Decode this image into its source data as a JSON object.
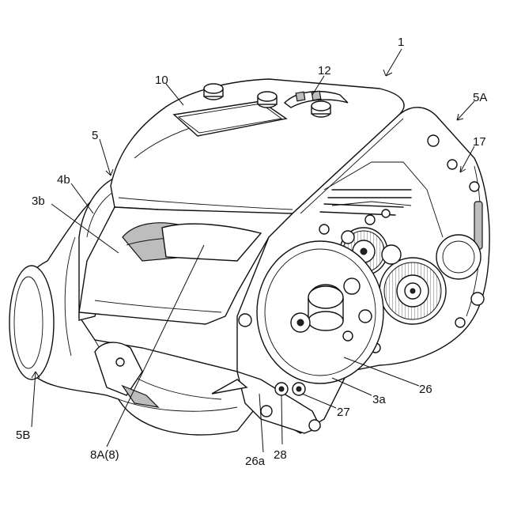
{
  "labels": {
    "l1": "1",
    "l5A": "5A",
    "l12": "12",
    "l10": "10",
    "l5": "5",
    "l4b": "4b",
    "l3b": "3b",
    "l17": "17",
    "l26": "26",
    "l3a": "3a",
    "l27": "27",
    "l28": "28",
    "l26a": "26a",
    "l8A": "8A(8)",
    "l5B": "5B"
  }
}
